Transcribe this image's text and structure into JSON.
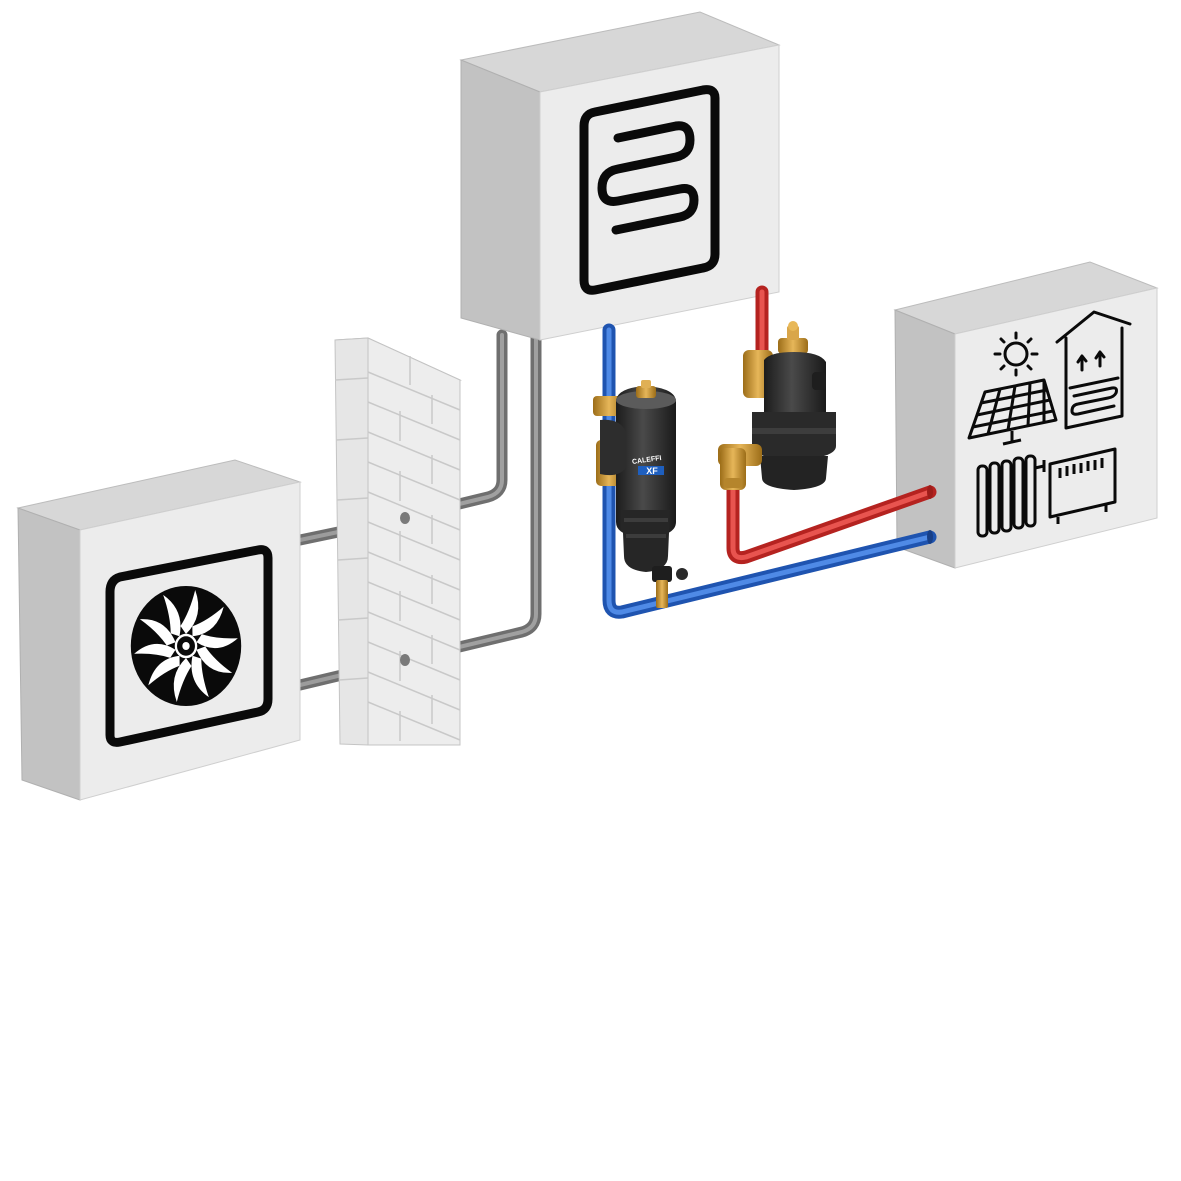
{
  "diagram": {
    "components": [
      {
        "id": "outdoor-unit",
        "icon": "fan-icon"
      },
      {
        "id": "wall",
        "icon": "brick-wall"
      },
      {
        "id": "indoor-unit",
        "icon": "heat-exchanger-coil-icon"
      },
      {
        "id": "heating-system",
        "icons": [
          "sun-icon",
          "solar-panel-icon",
          "house-ventilation-icon",
          "radiator-icon",
          "convector-icon"
        ]
      },
      {
        "id": "dirt-separator",
        "brand_label": "CALEFFI",
        "model_label": "XF"
      },
      {
        "id": "air-dirt-separator"
      }
    ],
    "pipes": {
      "refrigerant_color": "#8f8f8f",
      "supply_color": "#d9322e",
      "return_color": "#2f6fd0"
    },
    "colors": {
      "box_front": "#ececec",
      "box_top": "#d4d4d4",
      "box_side": "#bdbdbd",
      "brass": "#c9962f",
      "valve_body": "#2b2b2b"
    }
  }
}
